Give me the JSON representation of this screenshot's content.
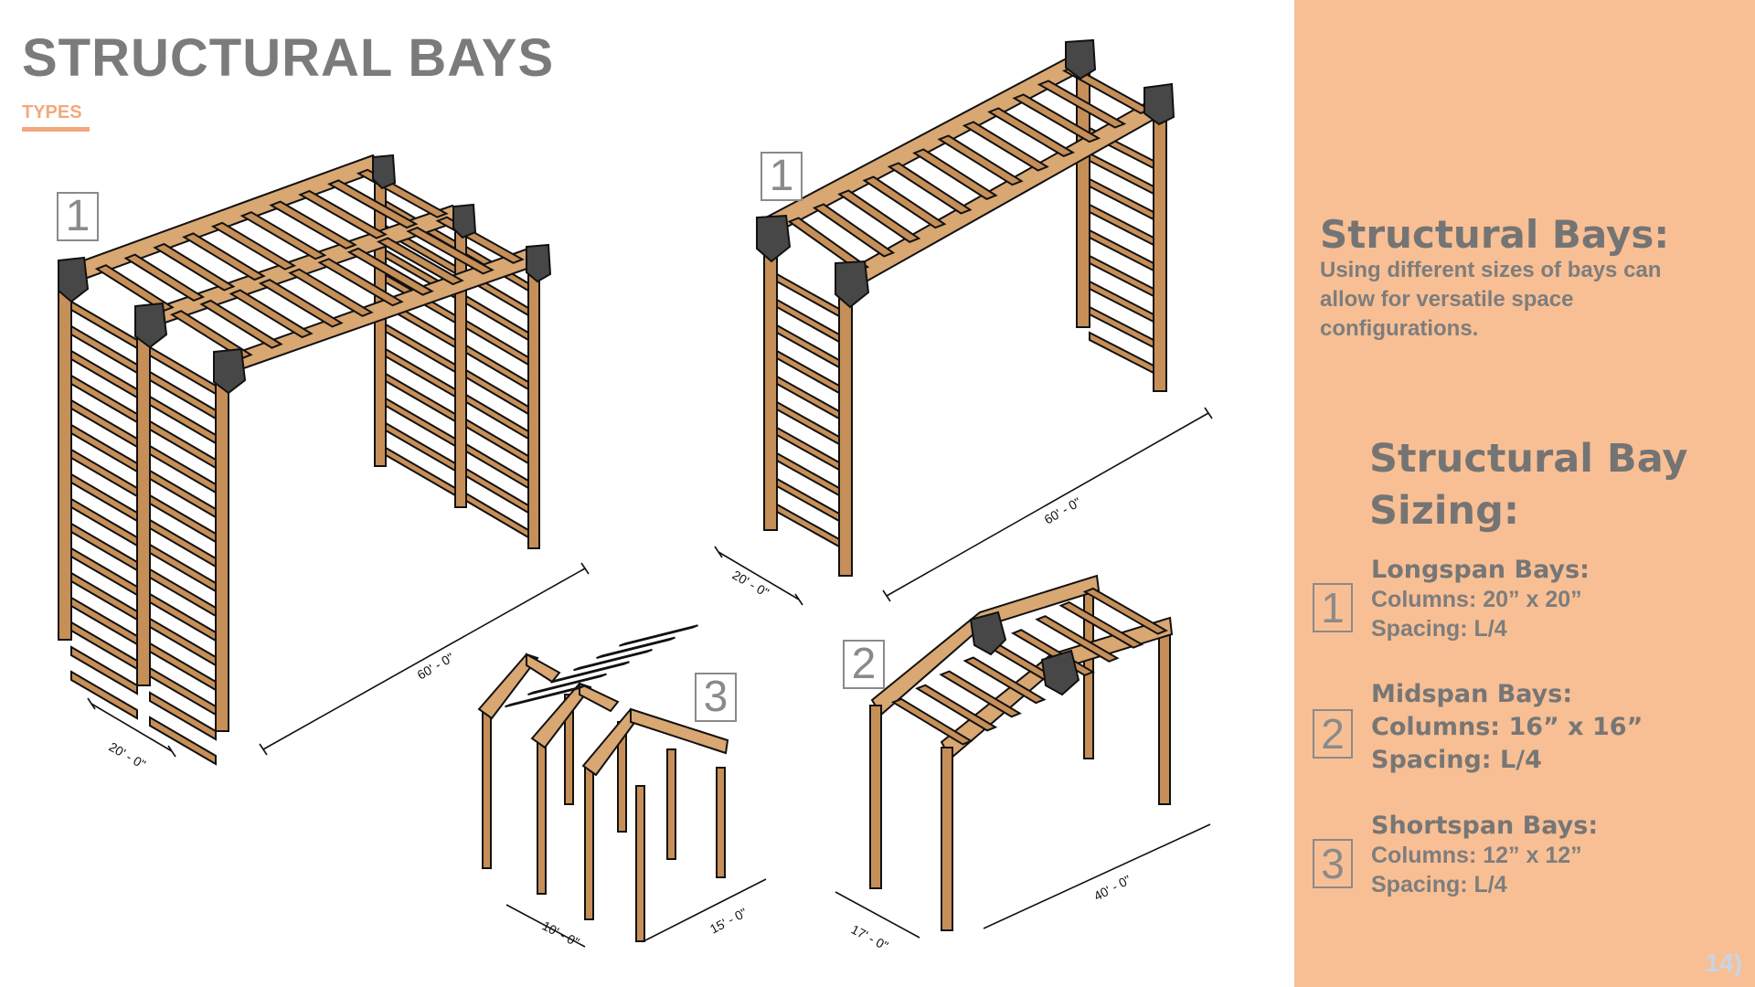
{
  "header": {
    "title": "STRUCTURAL BAYS",
    "subtitle": "TYPES"
  },
  "colors": {
    "accent": "#f8bf94",
    "wood": "#c68f58",
    "cap": "#4a4a4a",
    "text": "#7b7b7b"
  },
  "drawings": {
    "label_1a": "1",
    "label_1b": "1",
    "label_2": "2",
    "label_3": "3",
    "dims": {
      "d1_width": "20' - 0\"",
      "d1_length": "60' - 0\"",
      "d2_width": "20' - 0\"",
      "d2_length": "60' - 0\"",
      "d3_width": "10' - 0\"",
      "d3_length": "15' - 0\"",
      "d4_width": "17' - 0\"",
      "d4_length": "40' - 0\""
    }
  },
  "panel": {
    "heading": "Structural Bays:",
    "description": "Using different sizes of bays can allow for versatile space configurations.",
    "sizing_heading": "Structural Bay Sizing:",
    "bays": [
      {
        "number": "1",
        "name": "Longspan Bays:",
        "columns": "Columns: 20” x 20”",
        "spacing": "Spacing: L/4"
      },
      {
        "number": "2",
        "name": "Midspan Bays:",
        "columns": "Columns: 16” x 16”",
        "spacing": "Spacing: L/4"
      },
      {
        "number": "3",
        "name": "Shortspan Bays:",
        "columns": "Columns: 12” x 12”",
        "spacing": "Spacing: L/4"
      }
    ],
    "page_number": "14)"
  }
}
